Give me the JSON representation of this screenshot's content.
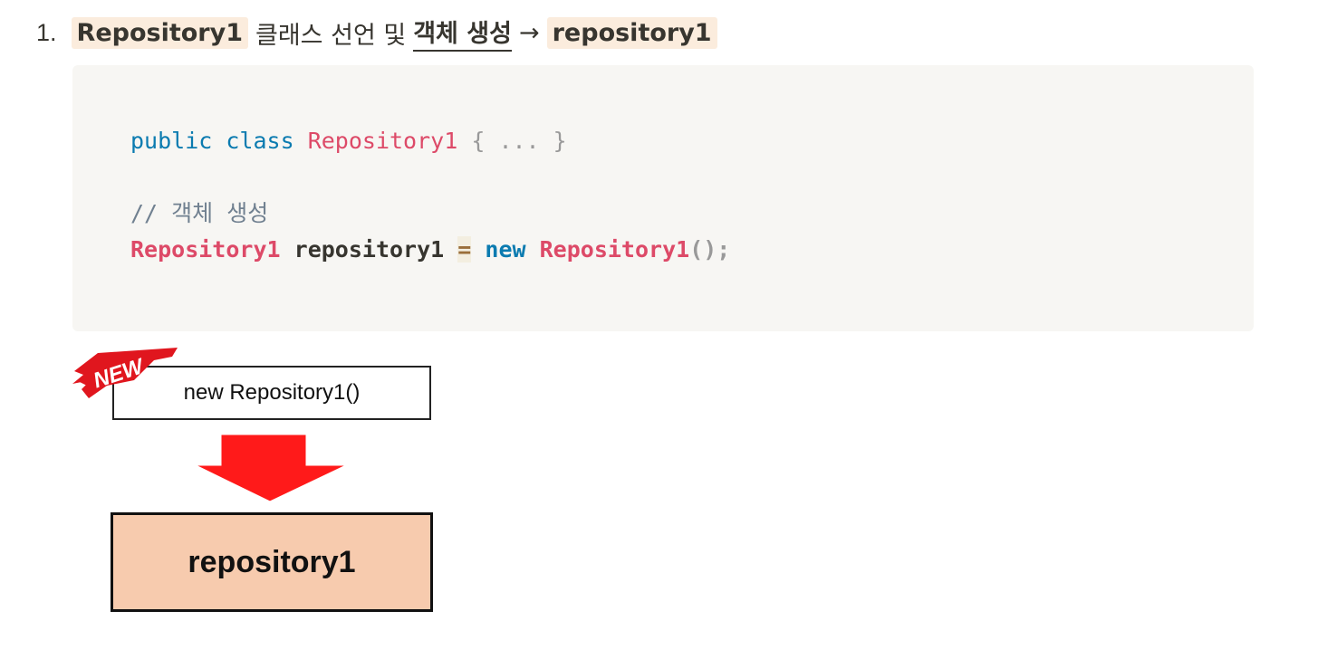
{
  "heading": {
    "number": "1.",
    "class_name": "Repository1",
    "text_mid": "클래스 선언 및",
    "underlined": "객체 생성",
    "arrow": "→",
    "instance_name": "repository1"
  },
  "code": {
    "line1": {
      "kw1": "public",
      "kw2": "class",
      "cls": "Repository1",
      "body": "{ ... }"
    },
    "comment": "// 객체 생성",
    "line3": {
      "type": "Repository1",
      "var": "repository1",
      "op": "=",
      "kw": "new",
      "ctor": "Repository1",
      "tail": "();"
    }
  },
  "diagram": {
    "badge": "NEW",
    "top_box": "new Repository1()",
    "bottom_box": "repository1",
    "colors": {
      "arrow": "#ff1a1a",
      "bottom_box_fill": "#f7cbae",
      "badge": "#e0161e"
    }
  }
}
